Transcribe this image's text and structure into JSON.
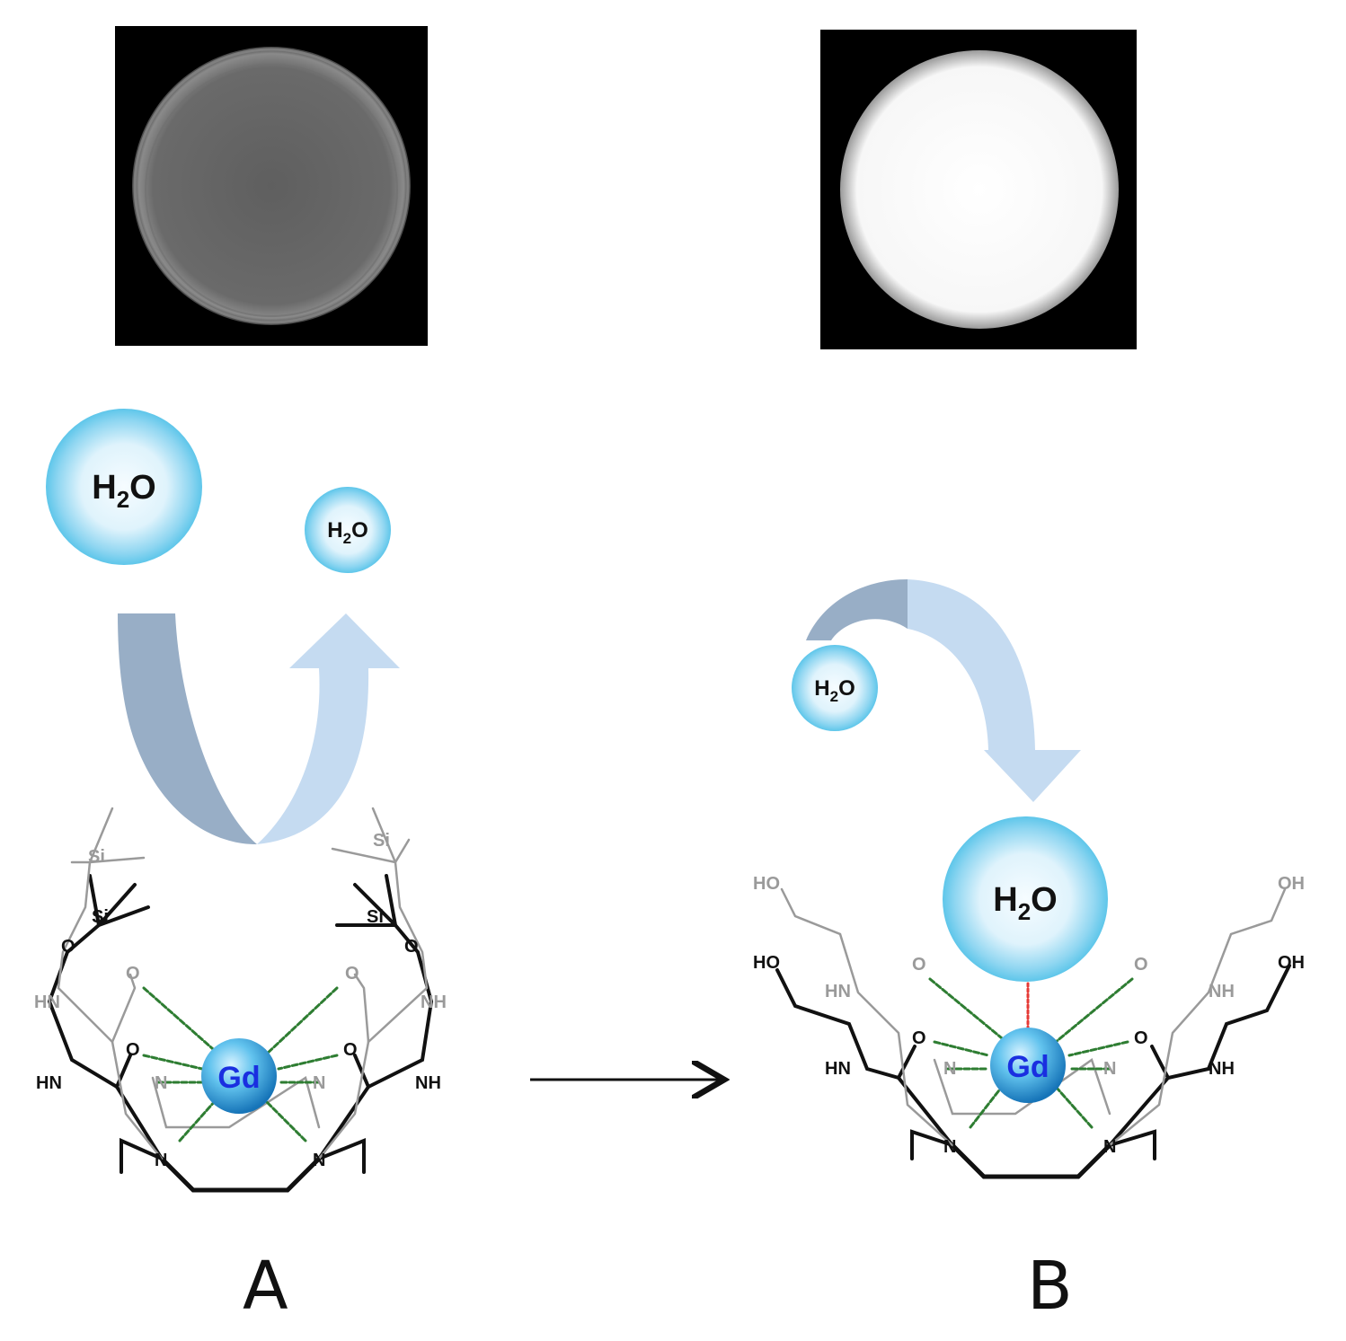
{
  "panels": [
    {
      "label": "A",
      "metal": "Gd",
      "water_label": "H",
      "water_sub": "2",
      "water_tail": "O",
      "atoms": {
        "si": "Si",
        "o": "O",
        "n": "N",
        "hn": "HN",
        "nh": "NH"
      }
    },
    {
      "label": "B",
      "metal": "Gd",
      "water_label": "H",
      "water_sub": "2",
      "water_tail": "O",
      "atoms": {
        "ho": "HO",
        "oh": "OH",
        "o": "O",
        "n": "N",
        "hn": "HN",
        "nh": "NH"
      }
    }
  ],
  "colors": {
    "water_light": "#eef9ff",
    "water_dark": "#5ec6ea",
    "metal_light": "#8fd8f8",
    "metal_dark": "#1b7fc3",
    "metal_text": "#1a2fe0",
    "arrow_dark": "#98aec6",
    "arrow_light": "#c5dbf1",
    "coord_bond": "#2e7d32",
    "water_bond": "#e53935"
  },
  "icons": [
    "mri-phantom-dark",
    "mri-phantom-bright",
    "reaction-arrow"
  ]
}
